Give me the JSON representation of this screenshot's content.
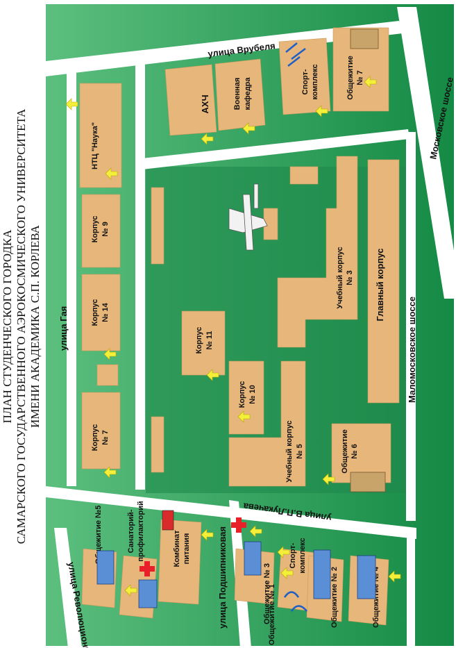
{
  "title": {
    "line1": "ПЛАН СТУДЕНЧЕСКОГО ГОРОДКА",
    "line2": "САМАРСКОГО ГОСУДАРСТВЕННОГО АЭРОКОСМИЧЕСКОГО УНИВЕРСИТЕТА",
    "line3": "ИМЕНИ АКАДЕМИКА С.П. КОРЛЕВА"
  },
  "streets": {
    "vrubelya": "улица Врубеля",
    "moskovskoe": "Московское шоссе",
    "gaya": "улица Гая",
    "malomoskovskoe": "Маломосковское шоссе",
    "lukacheva": "улица В.П.Лукачева",
    "podshipnikovaya": "улица Подшипниковая",
    "revolyutsionnaya": "улица Революционная"
  },
  "buildings": {
    "ntc": "НТЦ \"Наука\"",
    "ahch": "АХЧ",
    "voen1": "Военная",
    "voen2": "кафедра",
    "sport1_a": "Спорт-",
    "sport1_b": "комплекс",
    "obsh7_a": "Общежитие",
    "obsh7_b": "№ 7",
    "k9_a": "Корпус",
    "k9_b": "№ 9",
    "k14_a": "Корпус",
    "k14_b": "№ 14",
    "k7_a": "Корпус",
    "k7_b": "№ 7",
    "k11_a": "Корпус",
    "k11_b": "№ 11",
    "k10_a": "Корпус",
    "k10_b": "№ 10",
    "uk3_a": "Учебный корпус",
    "uk3_b": "№ 3",
    "main": "Главный корпус",
    "uk5_a": "Учебный корпус",
    "uk5_b": "№ 5",
    "obsh6_a": "Общежитие",
    "obsh6_b": "№ 6",
    "obsh5": "Общежитие №5",
    "sanat_a": "Санаторий-",
    "sanat_b": "профилакторий",
    "kombinat_a": "Комбинат",
    "kombinat_b": "питания",
    "obsh3": "Общежитие № 3",
    "sport2_a": "Спорт-",
    "sport2_b": "комплекс",
    "obsh2": "Общежитие № 2",
    "obsh1": "Общежитие № 1",
    "obsh4": "Общежитие № 4"
  },
  "colors": {
    "dark_green": "#1f8a4a",
    "mid_green": "#3fa866",
    "light_green": "#4fb070",
    "building": "#e6b67a",
    "road": "#ffffff",
    "arrow": "#f4ef3a",
    "red_cross": "#e8202a"
  }
}
